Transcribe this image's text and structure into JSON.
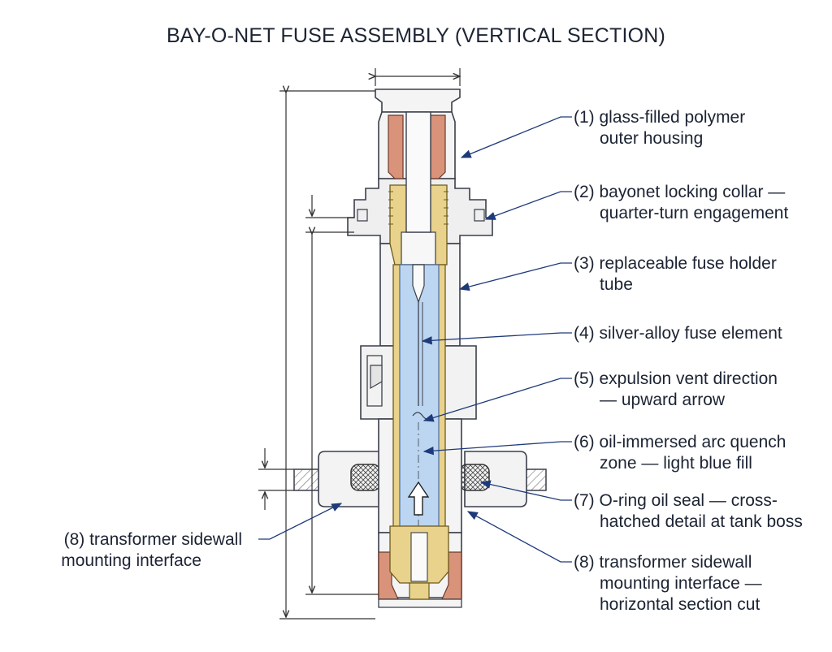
{
  "title": "BAY-O-NET FUSE ASSEMBLY (VERTICAL SECTION)",
  "callouts": [
    {
      "id": "1",
      "line1": "(1) glass-filled polymer",
      "line2": "outer housing"
    },
    {
      "id": "2",
      "line1": "(2) bayonet locking collar —",
      "line2": "quarter-turn engagement"
    },
    {
      "id": "3",
      "line1": "(3) replaceable fuse holder",
      "line2": "tube"
    },
    {
      "id": "4",
      "line1": "(4) silver-alloy fuse element",
      "line2": ""
    },
    {
      "id": "5",
      "line1": "(5) expulsion vent direction",
      "line2": "— upward arrow"
    },
    {
      "id": "6",
      "line1": "(6) oil-immersed arc quench",
      "line2": "zone — light blue fill"
    },
    {
      "id": "7",
      "line1": "(7) O-ring oil seal — cross-",
      "line2": "hatched detail at tank boss"
    },
    {
      "id": "8r",
      "line1": "(8) transformer sidewall",
      "line2": "mounting interface —",
      "line3": "horizontal section cut"
    },
    {
      "id": "8l",
      "line1": "(8) transformer sidewall",
      "line2": "mounting interface"
    }
  ],
  "colors": {
    "line": "#3a3f4a",
    "leader": "#1f3a7a",
    "housing": "#f2f2f2",
    "brass": "#e8d28c",
    "copper": "#d9937a",
    "quench": "#bcd6f2",
    "tank": "#ffffff"
  }
}
